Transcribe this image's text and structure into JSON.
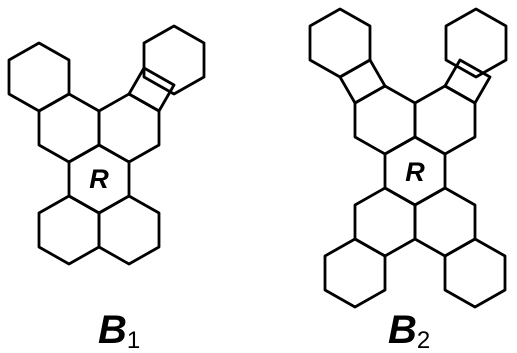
{
  "structures": [
    {
      "name": "B",
      "subscript": "1",
      "ring_label": "R"
    },
    {
      "name": "B",
      "subscript": "2",
      "ring_label": "R"
    }
  ],
  "colors": {
    "line": "#000000",
    "background": "#ffffff"
  }
}
